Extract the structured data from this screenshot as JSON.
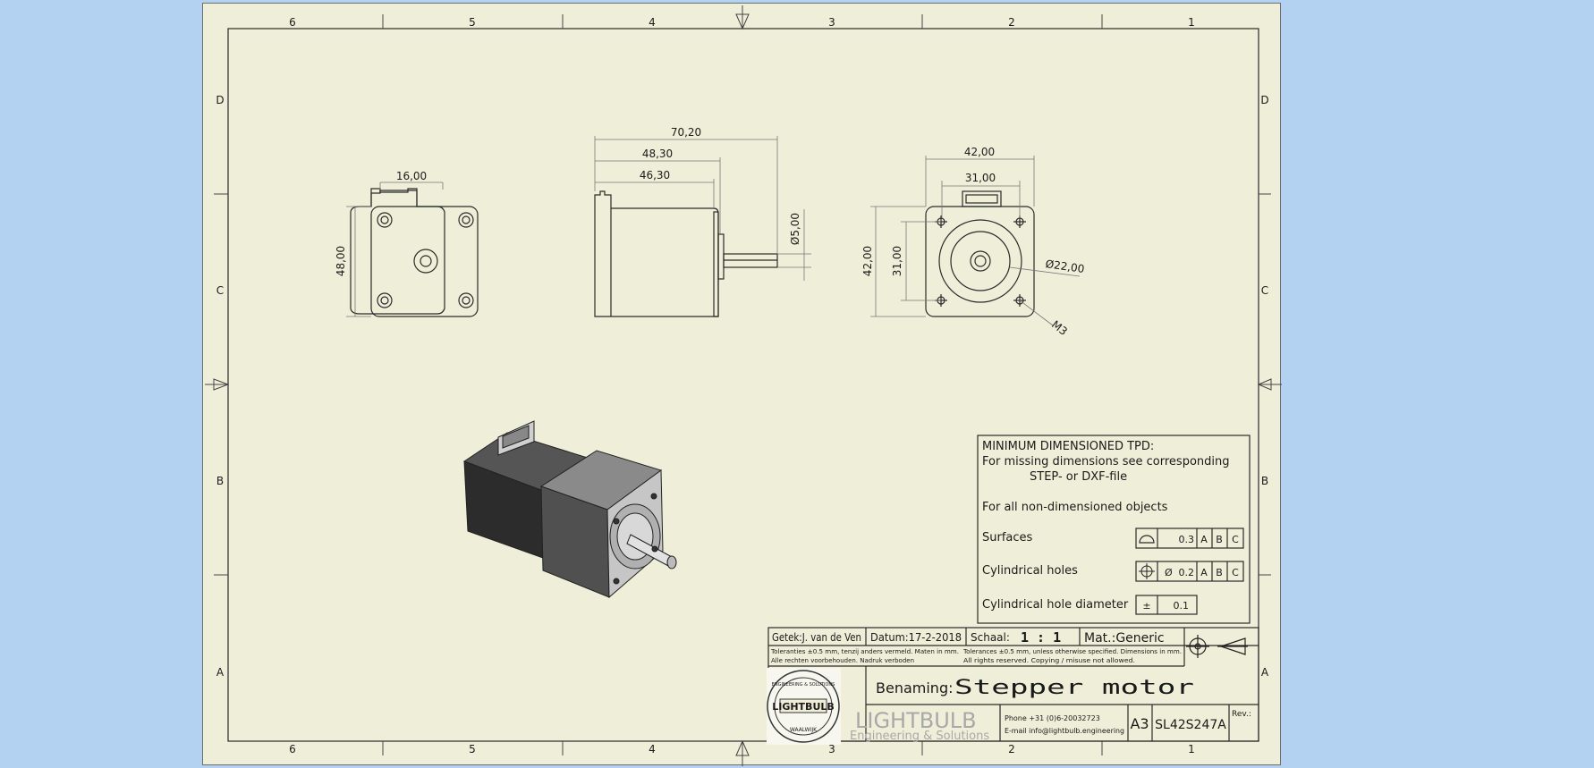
{
  "zones": {
    "columns": [
      "6",
      "5",
      "4",
      "3",
      "2",
      "1"
    ],
    "rows": [
      "D",
      "C",
      "B",
      "A"
    ]
  },
  "dimensions": {
    "front_width": "16,00",
    "front_height": "48,00",
    "side_total": "70,20",
    "side_body1": "48,30",
    "side_body2": "46,30",
    "shaft_dia": "Ø5,00",
    "rear_width": "42,00",
    "rear_conn": "31,00",
    "rear_height": "42,00",
    "rear_hole": "31,00",
    "boss_dia": "Ø22,00",
    "thread": "M3"
  },
  "note": {
    "line1": "MINIMUM DIMENSIONED TPD:",
    "line2": "For missing dimensions see corresponding",
    "line3": "STEP- or DXF-file",
    "line4": "For all non-dimensioned objects",
    "surfaces_label": "Surfaces",
    "surfaces_value": "0.3",
    "holes_label": "Cylindrical holes",
    "holes_dia_symbol": "Ø",
    "holes_value": "0.2",
    "hole_dia_label": "Cylindrical hole diameter",
    "hole_dia_symbol": "±",
    "hole_dia_value": "0.1",
    "datums": [
      "A",
      "B",
      "C"
    ]
  },
  "title_block": {
    "drawn_by": "Getek:J. van de Ven",
    "date": "Datum:17-2-2018",
    "scale_label": "Schaal:",
    "scale_value": "1 : 1",
    "material": "Mat.:Generic",
    "tolerance_nl_1": "Toleranties ±0.5 mm, tenzij anders vermeld. Maten in mm.",
    "tolerance_nl_2": "Alle rechten voorbehouden. Nadruk verboden",
    "tolerance_en_1": "Tolerances ±0.5 mm, unless otherwise specified. Dimensions in mm.",
    "tolerance_en_2": "All rights reserved. Copying / misuse not allowed.",
    "name_label": "Benaming:",
    "name_value": "Stepper  motor",
    "company_name": "LIGHTBULB",
    "company_sub": "Engineering & Solutions",
    "logo_text": "LIGHTBULB",
    "logo_ring_top": "ENGINEERING & SOLUTIONS",
    "logo_ring_bottom": "WAALWIJK",
    "phone": "Phone +31 (0)6-20032723",
    "email": "E-mail info@lightbulb.engineering",
    "size": "A3",
    "part_no": "SL42S247A",
    "rev_label": "Rev.:"
  }
}
